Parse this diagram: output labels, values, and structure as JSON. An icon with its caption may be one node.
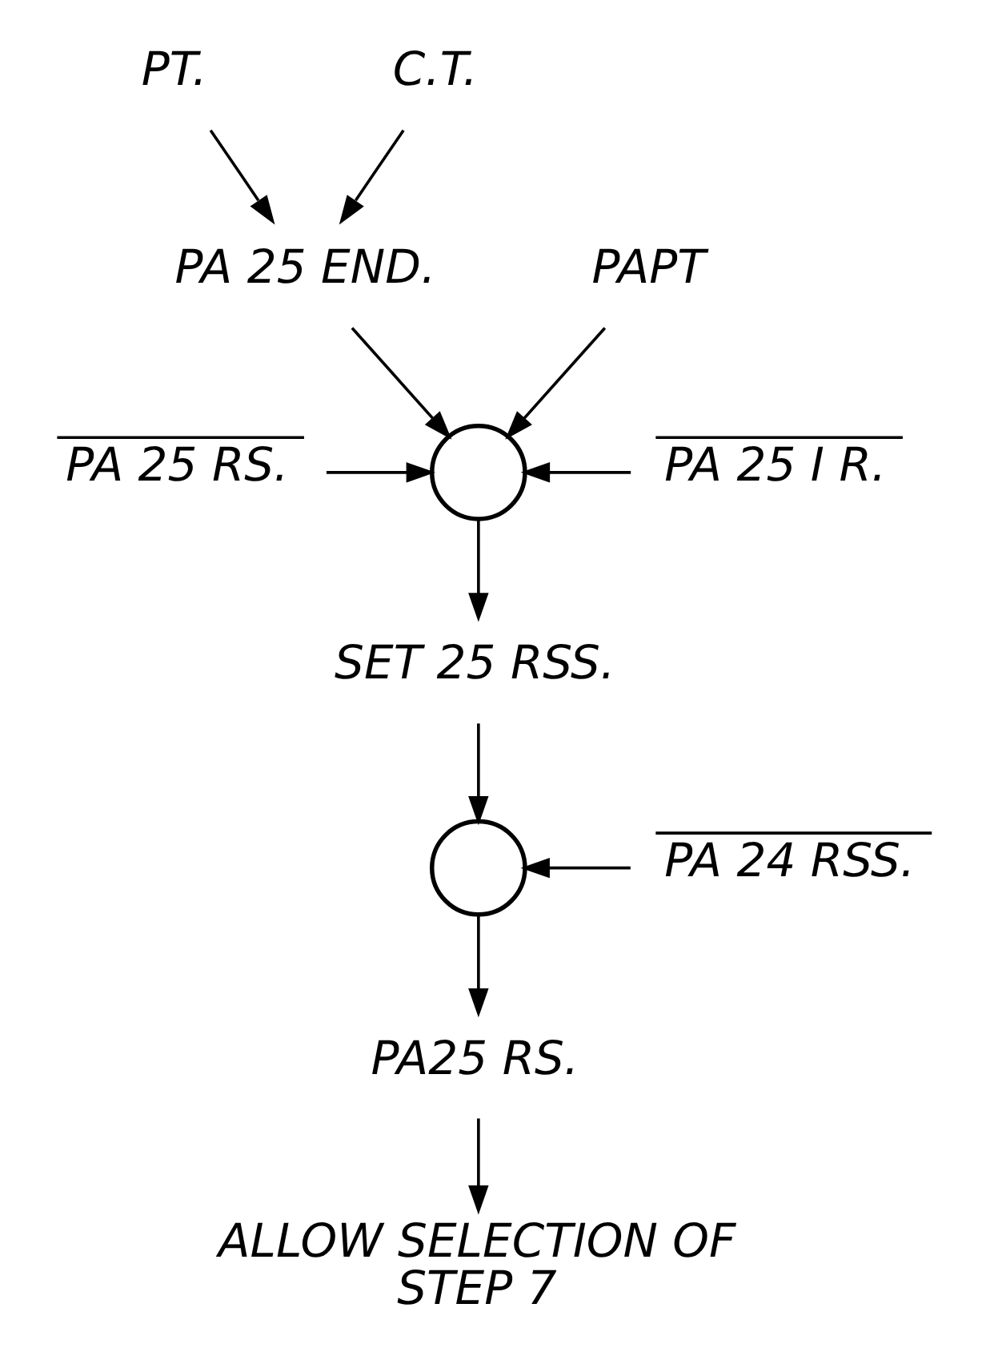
{
  "diagram": {
    "nodes": [
      {
        "text": [
          "PT."
        ]
      },
      {
        "text": [
          "C.T."
        ]
      },
      {
        "text": [
          "PA 25 END."
        ]
      },
      {
        "text": [],
        "shape": "circle"
      },
      {
        "text": [
          "PA 25 RS."
        ]
      },
      {
        "text": [
          "PAPT"
        ]
      },
      {
        "text": [
          "PA 25 I R."
        ]
      },
      {
        "text": [
          "SET 25 RSS."
        ]
      },
      {
        "text": [],
        "shape": "circle"
      },
      {
        "text": [
          "PA 24 RSS."
        ]
      },
      {
        "text": [
          "PA25 RS."
        ]
      },
      {
        "text": [
          "ALLOW SELECTION OF STEP 7"
        ]
      }
    ],
    "edges": [
      {
        "from": 0,
        "to": 2,
        "arrow": "to"
      },
      {
        "from": 1,
        "to": 2,
        "arrow": "to"
      },
      {
        "from": 2,
        "to": 3,
        "arrow": "to"
      },
      {
        "from": 4,
        "to": 3,
        "arrow": "to"
      },
      {
        "from": 5,
        "to": 3,
        "arrow": "to"
      },
      {
        "from": 6,
        "to": 3,
        "arrow": "to"
      },
      {
        "from": 3,
        "to": 7,
        "arrow": "to"
      },
      {
        "from": 7,
        "to": 8,
        "arrow": "to"
      },
      {
        "from": 9,
        "to": 8,
        "arrow": "to"
      },
      {
        "from": 8,
        "to": 10,
        "arrow": "to"
      },
      {
        "from": 10,
        "to": 11,
        "arrow": "to"
      }
    ]
  }
}
